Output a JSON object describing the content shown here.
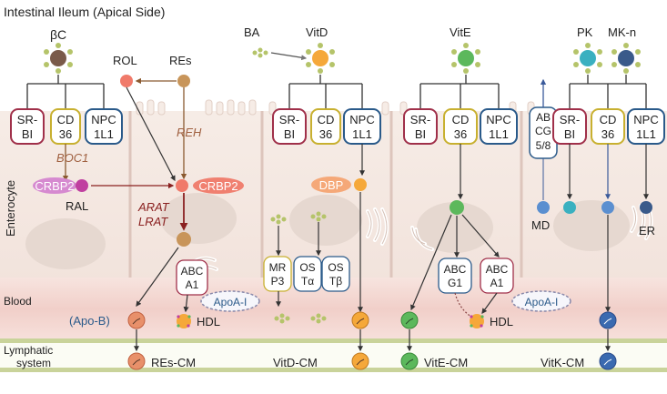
{
  "header": {
    "title": "Intestinal Ileum (Apical Side)"
  },
  "side_labels": {
    "enterocyte": "Enterocyte",
    "blood": "Blood",
    "lymphatic_line1": "Lymphatic",
    "lymphatic_line2": "system"
  },
  "top_molecules": {
    "bc": "βC",
    "rol": "ROL",
    "res": "REs",
    "ba": "BA",
    "vitd": "VitD",
    "vite": "VitE",
    "pk": "PK",
    "mkn": "MK-n"
  },
  "receptors": {
    "srbi_a": "SR-",
    "srbi_b": "BI",
    "cd36_a": "CD",
    "cd36_b": "36",
    "npc_a": "NPC",
    "npc_b": "1L1",
    "abcg58_a": "AB",
    "abcg58_b": "CG",
    "abcg58_c": "5/8"
  },
  "intracellular": {
    "boc1": "BOC1",
    "reh": "REH",
    "crbp2": "CRBP2",
    "ral": "RAL",
    "arat": "ARAT",
    "lrat": "LRAT",
    "dbp": "DBP",
    "md": "MD",
    "er": "ER"
  },
  "transporters": {
    "abca1_a": "ABC",
    "abca1_b": "A1",
    "abcg1_a": "ABC",
    "abcg1_b": "G1",
    "mrp3_a": "MR",
    "mrp3_b": "P3",
    "osta_a": "OS",
    "osta_b": "Tα",
    "ostb_a": "OS",
    "ostb_b": "Tβ"
  },
  "blood_labels": {
    "apob": "(Apo-B)",
    "hdl": "HDL",
    "apoai": "ApoA-I"
  },
  "chylomicrons": {
    "res_cm": "REs-CM",
    "vitd_cm": "VitD-CM",
    "vite_cm": "VitE-CM",
    "vitk_cm": "VitK-CM"
  },
  "colors": {
    "beta_carotene": "#7a5a4a",
    "retinoid": "#c8955a",
    "retinol": "#f07a6a",
    "crbp2": "#f08070",
    "ral": "#c040a0",
    "vitd": "#f5a83a",
    "vite": "#5cb85c",
    "pk": "#3ab0c0",
    "mkn": "#3a5a8a",
    "membrane_red": "#a0304a",
    "membrane_yellow": "#c8b030",
    "membrane_blue": "#2a5a8a",
    "blood": "#f3d4cf",
    "lymph": "#c9d39a"
  }
}
